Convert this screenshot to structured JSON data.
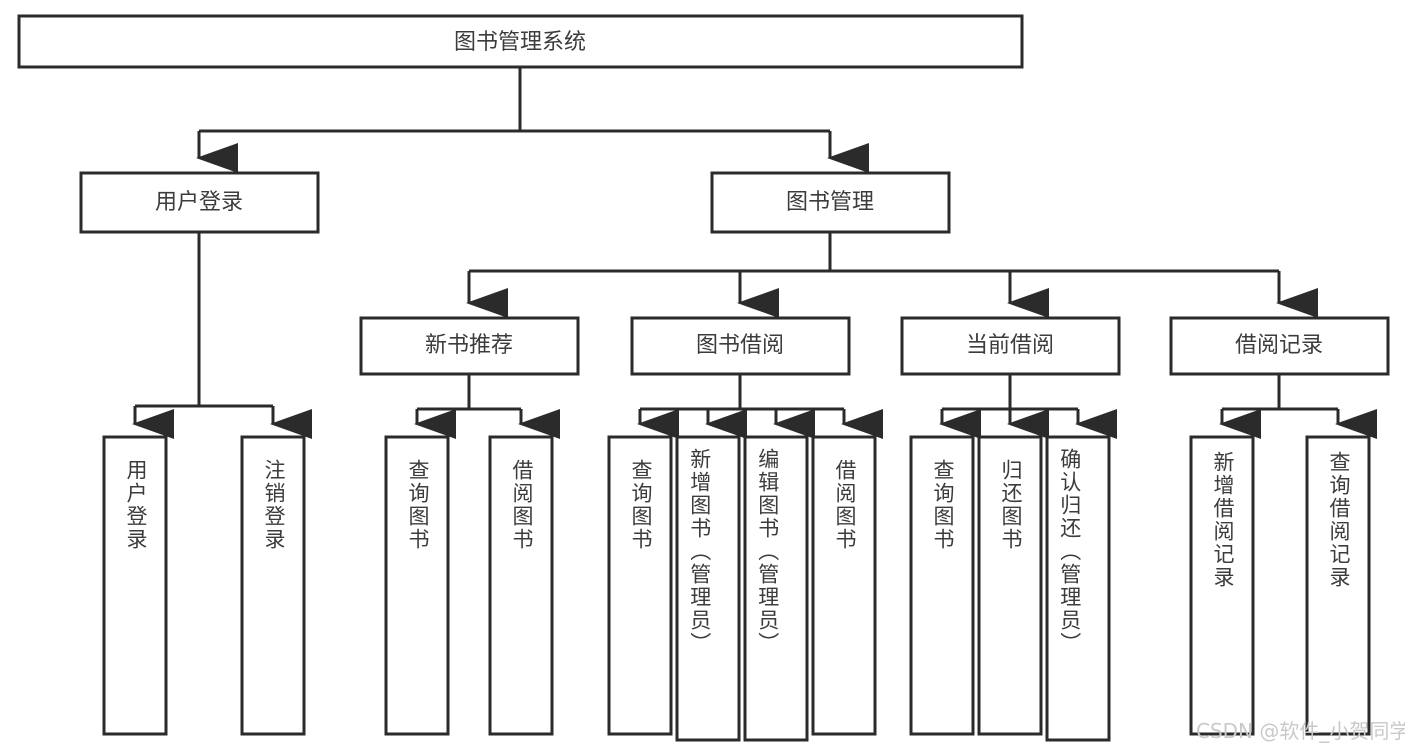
{
  "diagram": {
    "type": "tree-hierarchy",
    "title": "图书管理系统",
    "orientation": "top-down",
    "levels": 4
  },
  "nodes": {
    "root": {
      "label": "图书管理系统",
      "level": 1,
      "orientation": "horizontal"
    },
    "l2": [
      {
        "id": "user-login",
        "label": "用户登录",
        "orientation": "horizontal"
      },
      {
        "id": "book-manage",
        "label": "图书管理",
        "orientation": "horizontal"
      }
    ],
    "l3": [
      {
        "id": "new-book-recommend",
        "label": "新书推荐",
        "orientation": "horizontal"
      },
      {
        "id": "book-borrow",
        "label": "图书借阅",
        "orientation": "horizontal"
      },
      {
        "id": "current-borrow",
        "label": "当前借阅",
        "orientation": "horizontal"
      },
      {
        "id": "borrow-record",
        "label": "借阅记录",
        "orientation": "horizontal"
      }
    ],
    "leaves": {
      "user_login": [
        {
          "id": "leaf-user-login",
          "label": "用户登录",
          "orientation": "vertical"
        },
        {
          "id": "leaf-logout-login",
          "label": "注销登录",
          "orientation": "vertical"
        }
      ],
      "new_book_recommend": [
        {
          "id": "leaf-query-book-1",
          "label": "查询图书",
          "orientation": "vertical"
        },
        {
          "id": "leaf-borrow-book-1",
          "label": "借阅图书",
          "orientation": "vertical"
        }
      ],
      "book_borrow": [
        {
          "id": "leaf-query-book-2",
          "label": "查询图书",
          "orientation": "vertical"
        },
        {
          "id": "leaf-add-book-admin",
          "label": "新增图书（管理员）",
          "orientation": "vertical"
        },
        {
          "id": "leaf-edit-book-admin",
          "label": "编辑图书（管理员）",
          "orientation": "vertical"
        },
        {
          "id": "leaf-borrow-book-2",
          "label": "借阅图书",
          "orientation": "vertical"
        }
      ],
      "current_borrow": [
        {
          "id": "leaf-query-book-3",
          "label": "查询图书",
          "orientation": "vertical"
        },
        {
          "id": "leaf-return-book",
          "label": "归还图书",
          "orientation": "vertical"
        },
        {
          "id": "leaf-confirm-return-admin",
          "label": "确认归还（管理员）",
          "orientation": "vertical"
        }
      ],
      "borrow_record": [
        {
          "id": "leaf-add-borrow-record",
          "label": "新增借阅记录",
          "orientation": "vertical"
        },
        {
          "id": "leaf-query-borrow-record",
          "label": "查询借阅记录",
          "orientation": "vertical"
        }
      ]
    }
  },
  "watermark": {
    "text": "CSDN @软件_小贺同学"
  },
  "colors": {
    "background": "#ffffff",
    "box_stroke": "#2b2b2b",
    "box_fill": "#ffffff",
    "text": "#3c3c3c",
    "edge": "#2b2b2b",
    "watermark": "#c9c9c9"
  }
}
